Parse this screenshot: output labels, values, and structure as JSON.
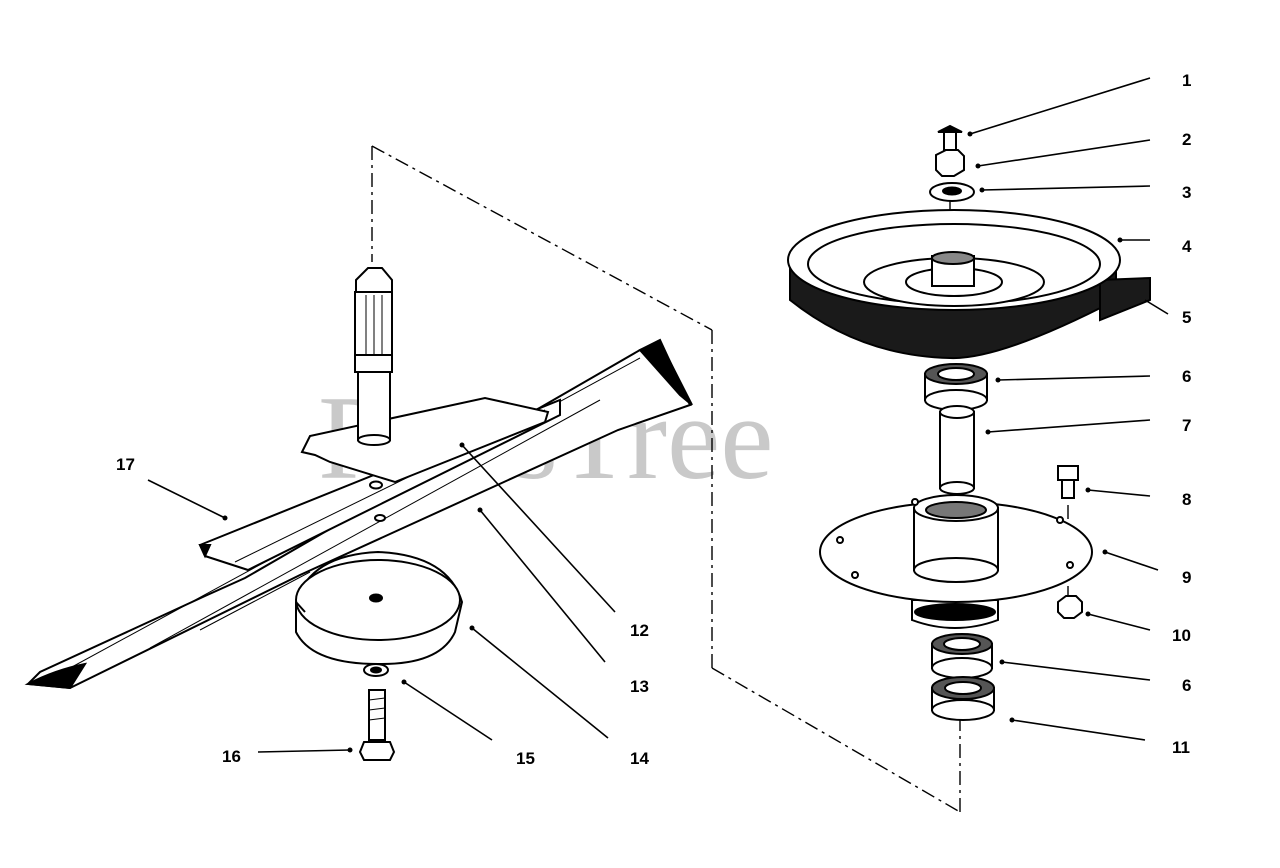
{
  "watermark": "PartsTree",
  "callouts": [
    {
      "id": "c1",
      "text": "1"
    },
    {
      "id": "c2",
      "text": "2"
    },
    {
      "id": "c3",
      "text": "3"
    },
    {
      "id": "c4",
      "text": "4"
    },
    {
      "id": "c5",
      "text": "5"
    },
    {
      "id": "c6a",
      "text": "6"
    },
    {
      "id": "c7",
      "text": "7"
    },
    {
      "id": "c8",
      "text": "8"
    },
    {
      "id": "c9",
      "text": "9"
    },
    {
      "id": "c10",
      "text": "10"
    },
    {
      "id": "c6b",
      "text": "6"
    },
    {
      "id": "c11",
      "text": "11"
    },
    {
      "id": "c12",
      "text": "12"
    },
    {
      "id": "c13",
      "text": "13"
    },
    {
      "id": "c14",
      "text": "14"
    },
    {
      "id": "c15",
      "text": "15"
    },
    {
      "id": "c16",
      "text": "16"
    },
    {
      "id": "c17",
      "text": "17"
    }
  ]
}
